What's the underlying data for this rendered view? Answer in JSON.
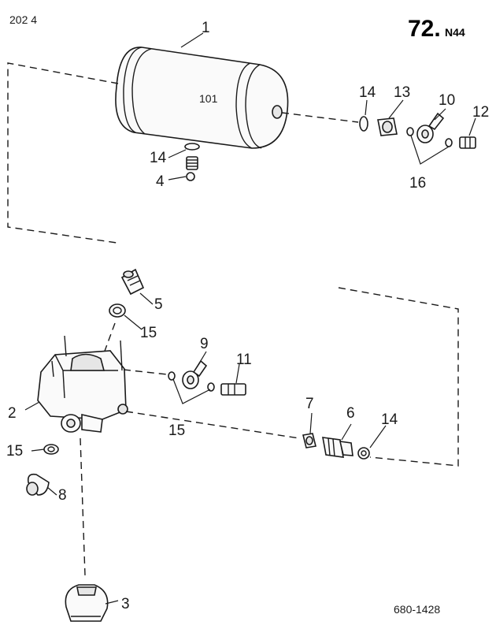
{
  "header": {
    "page_ref": "202 4",
    "section": "72.",
    "section_sub": "N44"
  },
  "tank": {
    "marking": "101"
  },
  "callouts": {
    "c1": "1",
    "c2": "2",
    "c3": "3",
    "c4": "4",
    "c5": "5",
    "c6": "6",
    "c7": "7",
    "c8": "8",
    "c9": "9",
    "c10": "10",
    "c11": "11",
    "c12": "12",
    "c13": "13",
    "c14a": "14",
    "c14b": "14",
    "c14c": "14",
    "c15a": "15",
    "c15b": "15",
    "c15c": "15",
    "c16": "16"
  },
  "footer": {
    "drawing_number": "680-1428"
  }
}
